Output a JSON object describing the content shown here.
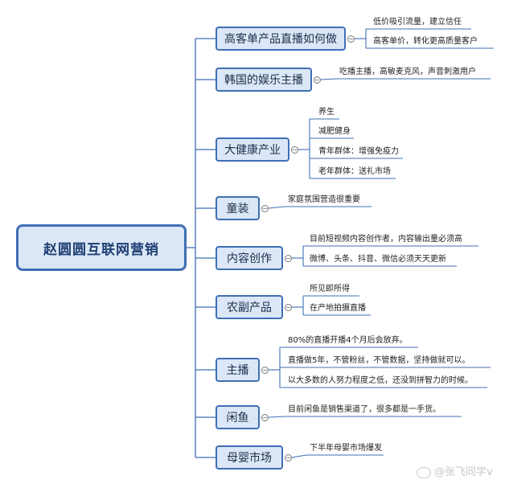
{
  "root": {
    "label": "赵圆圆互联网营销"
  },
  "topics": [
    {
      "label": "高客单产品直播如何做",
      "items": [
        "低价吸引流量，建立信任",
        "高客单价，转化更高质量客户"
      ]
    },
    {
      "label": "韩国的娱乐主播",
      "items": [
        "吃播主播，高敏麦克风，声音刺激用户"
      ]
    },
    {
      "label": "大健康产业",
      "items": [
        "养生",
        "减肥健身",
        "青年群体：增强免疫力",
        "老年群体：送礼市场"
      ]
    },
    {
      "label": "童装",
      "items": [
        "家庭氛围营造很重要"
      ]
    },
    {
      "label": "内容创作",
      "items": [
        "目前短视频内容创作者，内容输出量必须高",
        "微博、头条、抖音、微信必须天天更新"
      ]
    },
    {
      "label": "农副产品",
      "items": [
        "所见即所得",
        "在产地拍摄直播"
      ]
    },
    {
      "label": "主播",
      "items": [
        "80%的直播开播4个月后会放弃。",
        "直播做5年，不管粉丝，不管数据，坚持做就可以。",
        "以大多数的人努力程度之低，还没到拼智力的时候。"
      ]
    },
    {
      "label": "闲鱼",
      "items": [
        "目前闲鱼是销售渠道了，很多都是一手货。"
      ]
    },
    {
      "label": "母婴市场",
      "items": [
        "下半年母婴市场爆发"
      ]
    }
  ],
  "watermark": {
    "text": "@张飞同学v"
  },
  "colors": {
    "line": "#3f6fb4",
    "node_fill": "#dbe7f6",
    "node_border": "#3f6fb4"
  }
}
